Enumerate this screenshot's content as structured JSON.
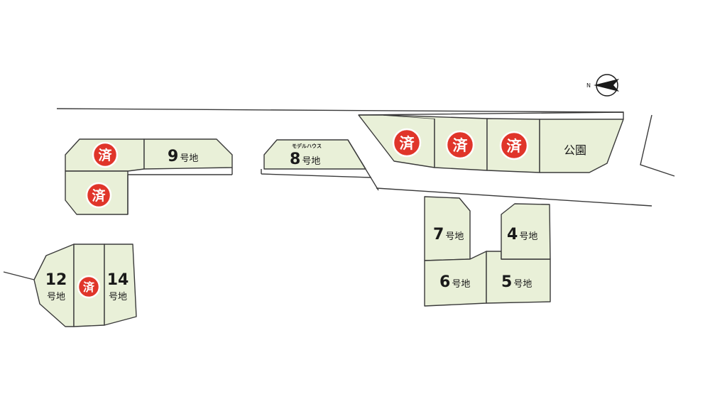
{
  "compass": {
    "north_label": "N",
    "icon": "compass-arrow-icon"
  },
  "sold_label": "済",
  "suffix": "号地",
  "model_house_label": "モデルハウス",
  "park_label": "公園",
  "lots": {
    "lot4": {
      "number": "4"
    },
    "lot5": {
      "number": "5"
    },
    "lot6": {
      "number": "6"
    },
    "lot7": {
      "number": "7"
    },
    "lot8": {
      "number": "8"
    },
    "lot9": {
      "number": "9"
    },
    "lot12": {
      "number": "12"
    },
    "lot14": {
      "number": "14"
    }
  },
  "colors": {
    "lot_fill": "#e9f0d8",
    "sold_badge": "#e0352a",
    "outline": "#3a3a3a"
  }
}
